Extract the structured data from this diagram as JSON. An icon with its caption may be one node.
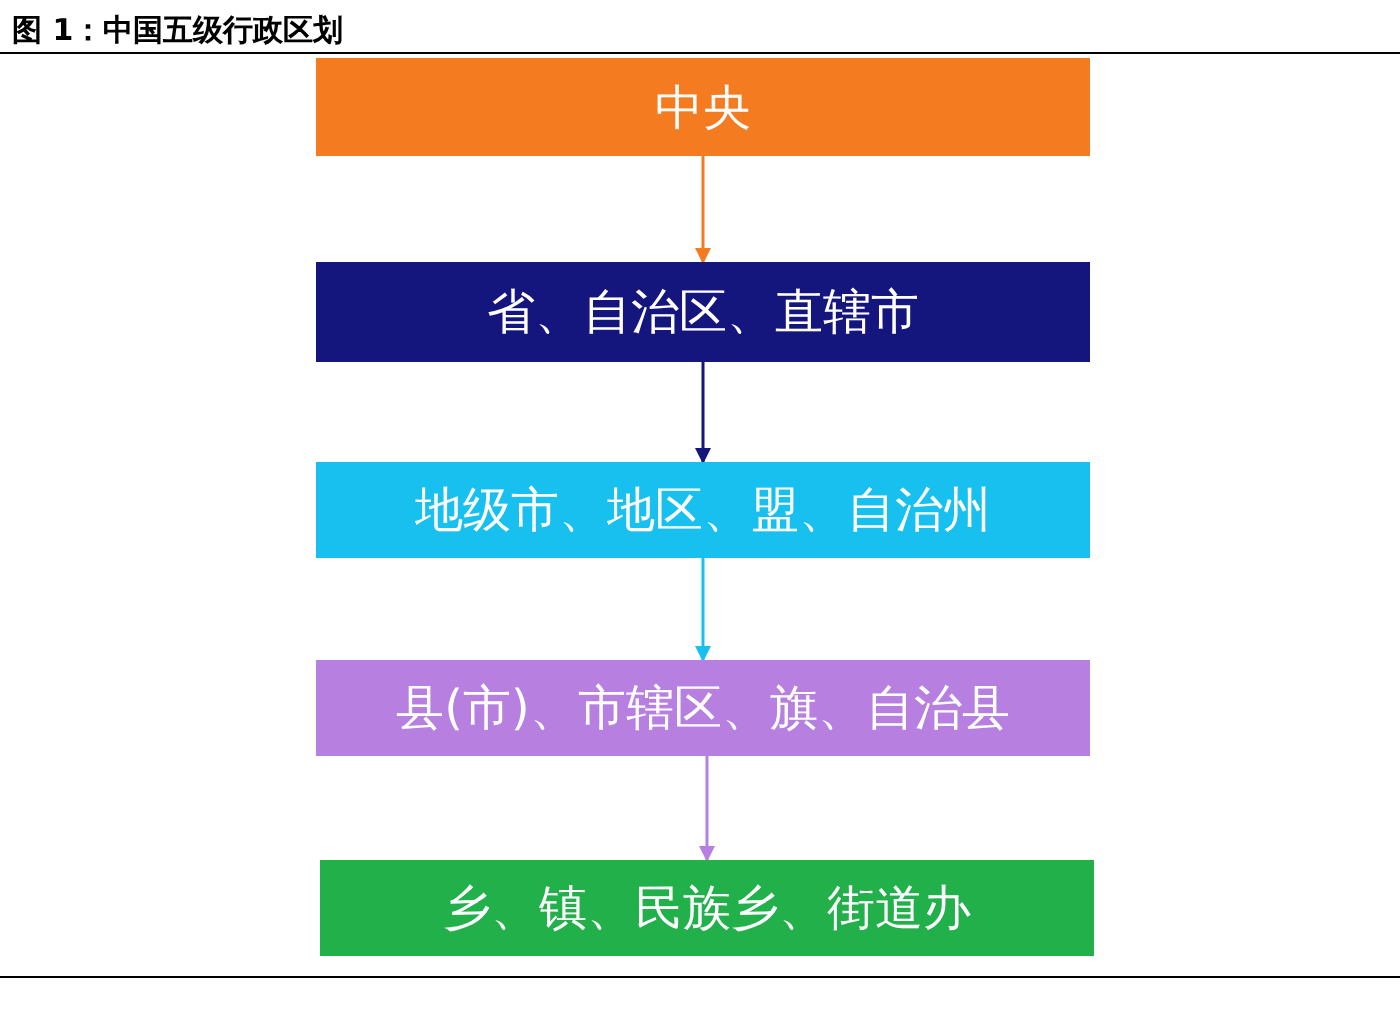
{
  "diagram": {
    "title": "图 1：中国五级行政区划",
    "nodes": [
      {
        "text": [
          "中央"
        ]
      },
      {
        "text": [
          "省、自治区、直辖市"
        ]
      },
      {
        "text": [
          "地级市、地区、盟、自治州"
        ]
      },
      {
        "text": [
          "县(市)、市辖区、旗、自治县"
        ]
      },
      {
        "text": [
          "乡、镇、民族乡、街道办"
        ]
      }
    ],
    "edges": [
      {
        "from": 0,
        "to": 1,
        "arrow": "to",
        "color": "#f47b20"
      },
      {
        "from": 1,
        "to": 2,
        "arrow": "to",
        "color": "#15157e"
      },
      {
        "from": 2,
        "to": 3,
        "arrow": "to",
        "color": "#18c0f0"
      },
      {
        "from": 3,
        "to": 4,
        "arrow": "to",
        "color": "#b67fe0"
      }
    ]
  }
}
